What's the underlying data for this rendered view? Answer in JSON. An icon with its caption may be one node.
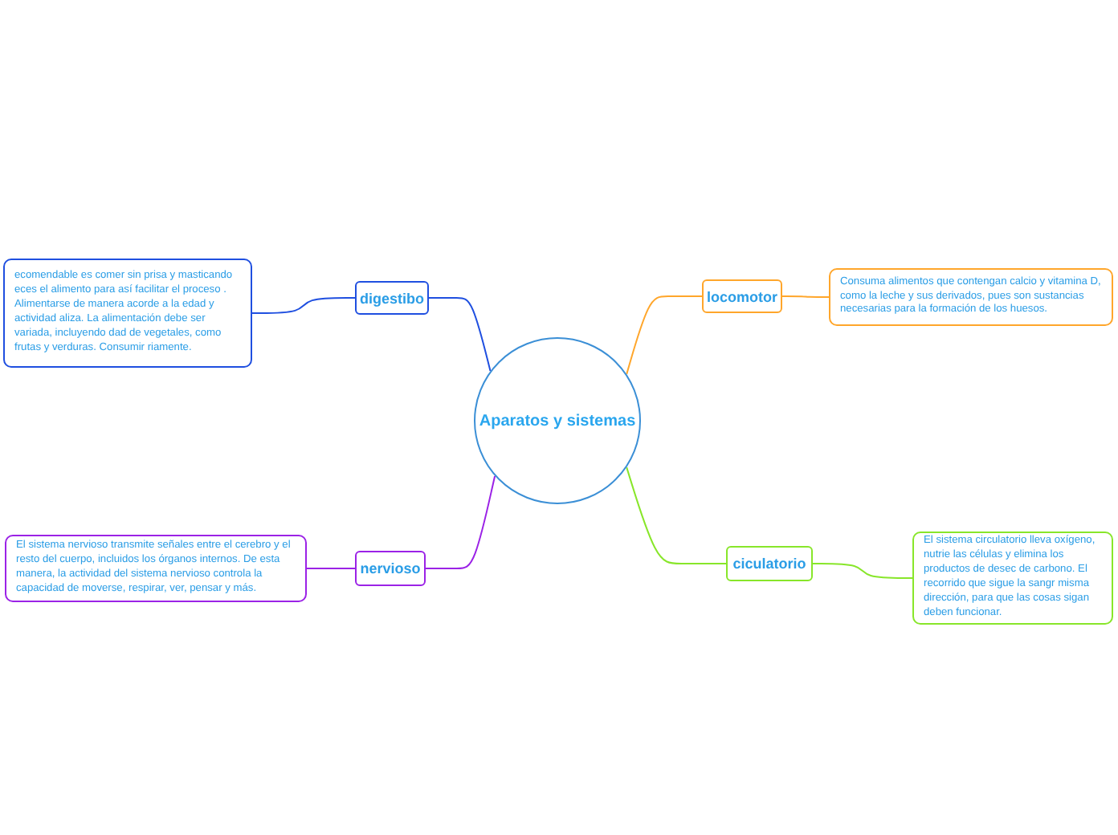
{
  "diagram": {
    "nodes": [
      {
        "text": [
          "Aparatos y sistemas"
        ]
      },
      {
        "text": [
          "digestibo"
        ]
      },
      {
        "text": [
          "ecomendable es comer sin prisa y masticando eces el alimento para así facilitar el proceso . Alimentarse de manera acorde a la edad y actividad aliza. La alimentación debe ser variada, incluyendo dad de vegetales, como frutas y verduras. Consumir riamente."
        ]
      },
      {
        "text": [
          "locomotor"
        ]
      },
      {
        "text": [
          "Consuma alimentos que contengan calcio y vitamina D, como la leche y sus derivados, pues son sustancias necesarias para la formación de los huesos."
        ]
      },
      {
        "text": [
          "nervioso"
        ]
      },
      {
        "text": [
          "El sistema nervioso transmite señales entre el cerebro y el resto del cuerpo, incluidos los órganos internos. De esta manera, la actividad del sistema nervioso controla la capacidad de moverse, respirar, ver, pensar y más."
        ]
      },
      {
        "text": [
          "ciculatorio"
        ]
      },
      {
        "text": [
          "El sistema circulatorio lleva oxígeno, nutrie las células y elimina los productos de desec de carbono. El recorrido que sigue la sangr misma dirección, para que las cosas sigan deben funcionar."
        ]
      }
    ],
    "edges": [
      {
        "from": 0,
        "to": 1,
        "arrow": "none",
        "color": "#1f4fe0"
      },
      {
        "from": 1,
        "to": 2,
        "arrow": "none",
        "color": "#1f4fe0"
      },
      {
        "from": 0,
        "to": 3,
        "arrow": "none",
        "color": "#ffa62b"
      },
      {
        "from": 3,
        "to": 4,
        "arrow": "none",
        "color": "#ffa62b"
      },
      {
        "from": 0,
        "to": 5,
        "arrow": "none",
        "color": "#9b22e6"
      },
      {
        "from": 5,
        "to": 6,
        "arrow": "none",
        "color": "#9b22e6"
      },
      {
        "from": 0,
        "to": 7,
        "arrow": "none",
        "color": "#88e62a"
      },
      {
        "from": 7,
        "to": 8,
        "arrow": "none",
        "color": "#88e62a"
      }
    ]
  }
}
